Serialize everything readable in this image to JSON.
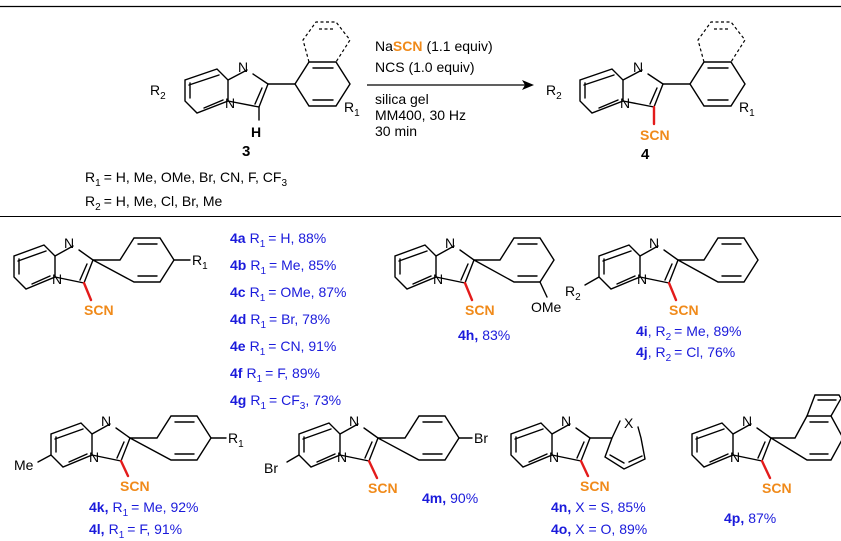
{
  "atoms": {
    "N": "N",
    "H": "H",
    "S": "S",
    "O": "O",
    "X": "X",
    "R": "R",
    "Me": "Me",
    "Br": "Br",
    "OMe": "OMe",
    "SCN": "SCN"
  },
  "top_scheme": {
    "reactant_label": "3",
    "product_label": "4",
    "conditions": {
      "reagent1_prefix": "Na",
      "reagent1_scn": "SCN",
      "reagent1_suffix": "(1.1 equiv)",
      "reagent2": "NCS (1.0 equiv)",
      "line3": "silica gel",
      "line4": "MM400, 30 Hz",
      "line5": "30 min"
    },
    "r1_definition": {
      "label": "R",
      "sub": "1",
      "values": "= H, Me, OMe, Br, CN, F, CF",
      "values_sub": "3"
    },
    "r2_definition": {
      "label": "R",
      "sub": "2",
      "values": "= H, Me, Cl, Br, Me"
    }
  },
  "products_4a_4g": [
    {
      "id": "4a",
      "r": "R",
      "sub": "1",
      "text": "= H, 88%"
    },
    {
      "id": "4b",
      "r": "R",
      "sub": "1",
      "text": "= Me, 85%"
    },
    {
      "id": "4c",
      "r": "R",
      "sub": "1",
      "text": "= OMe, 87%"
    },
    {
      "id": "4d",
      "r": "R",
      "sub": "1",
      "text": "= Br, 78%"
    },
    {
      "id": "4e",
      "r": "R",
      "sub": "1",
      "text": "= CN, 91%"
    },
    {
      "id": "4f",
      "r": "R",
      "sub": "1",
      "text": "= F, 89%"
    },
    {
      "id": "4g",
      "r": "R",
      "sub": "1",
      "text": "= CF",
      "tail_sub": "3",
      "tail": ", 73%"
    }
  ],
  "product_4h": {
    "id": "4h,",
    "text": "83%"
  },
  "products_4i_4j": [
    {
      "id": "4i",
      "r": "R",
      "sub": "2",
      "text": "= Me, 89%"
    },
    {
      "id": "4j",
      "r": "R",
      "sub": "2",
      "text": "= Cl, 76%"
    }
  ],
  "products_4k_4l": [
    {
      "id": "4k,",
      "r": "R",
      "sub": "1",
      "text": "= Me, 92%"
    },
    {
      "id": "4l,",
      "r": "R",
      "sub": "1",
      "text": "= F, 91%"
    }
  ],
  "product_4m": {
    "id": "4m,",
    "text": "90%"
  },
  "products_4n_4o": [
    {
      "id": "4n,",
      "text": "X = S, 85%"
    },
    {
      "id": "4o,",
      "text": "X = O, 89%"
    }
  ],
  "product_4p": {
    "id": "4p,",
    "text": "87%"
  }
}
